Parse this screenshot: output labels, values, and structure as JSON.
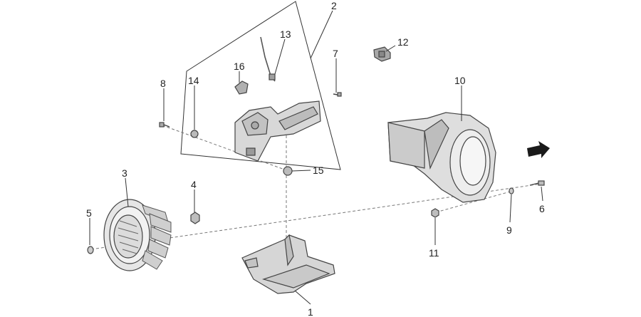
{
  "diagram": {
    "callouts": [
      {
        "id": "1",
        "label": "1"
      },
      {
        "id": "2",
        "label": "2"
      },
      {
        "id": "3",
        "label": "3"
      },
      {
        "id": "4",
        "label": "4"
      },
      {
        "id": "5",
        "label": "5"
      },
      {
        "id": "6",
        "label": "6"
      },
      {
        "id": "7",
        "label": "7"
      },
      {
        "id": "8",
        "label": "8"
      },
      {
        "id": "9",
        "label": "9"
      },
      {
        "id": "10",
        "label": "10"
      },
      {
        "id": "11",
        "label": "11"
      },
      {
        "id": "12",
        "label": "12"
      },
      {
        "id": "13",
        "label": "13"
      },
      {
        "id": "14",
        "label": "14"
      },
      {
        "id": "15",
        "label": "15"
      },
      {
        "id": "16",
        "label": "16"
      }
    ],
    "colors": {
      "line": "#333333",
      "part_fill": "#d9d9d9",
      "part_dark": "#9a9a9a",
      "arrow": "#1a1a1a"
    },
    "direction_arrow_icon": "arrow-right-icon"
  }
}
